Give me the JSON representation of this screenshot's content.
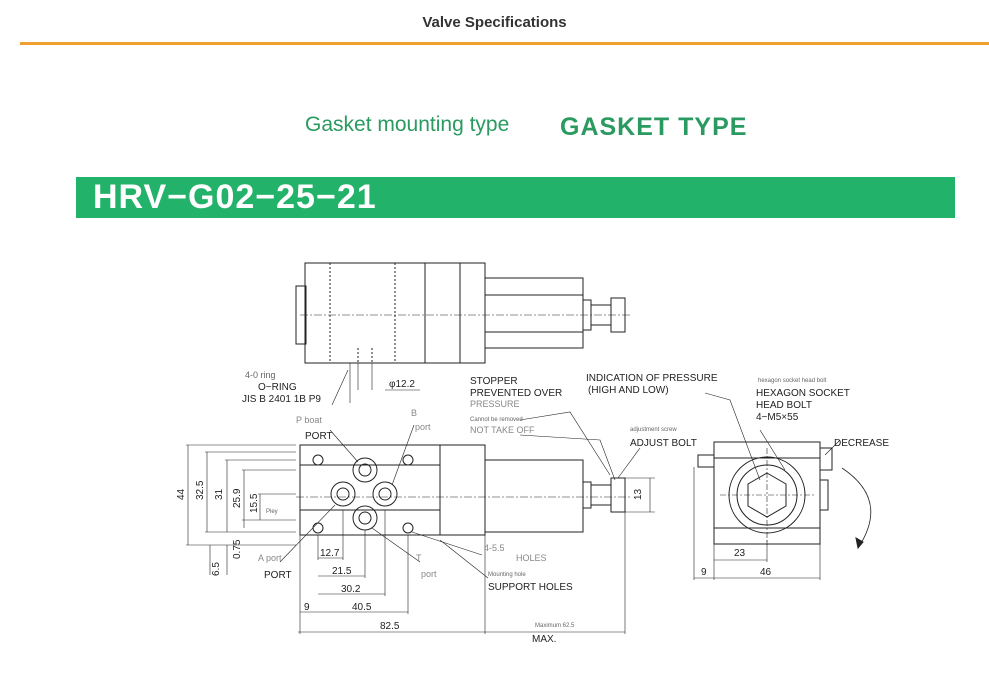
{
  "header": {
    "title": "Valve Specifications",
    "accent_color": "#f0a030"
  },
  "section": {
    "subtitle_native": "Gasket mounting type",
    "subtitle_en": "GASKET  TYPE",
    "model": "HRV−G02−25−21",
    "brand_color": "#22b26a"
  },
  "drawing": {
    "labels": {
      "oring_small": "4-0 ring",
      "oring": "O−RING",
      "jis": "JIS B 2401 1B P9",
      "oring_dia": "φ12.2",
      "p_boat": "P boat",
      "p_port": "PORT",
      "b_label": "B",
      "b_port": "port",
      "stopper": "STOPPER",
      "prevented_over": "PREVENTED OVER",
      "pressure": "PRESSURE",
      "cannot_removed": "Cannot be removed",
      "not_take_off": "NOT TAKE OFF",
      "indication": "INDICATION OF PRESSURE",
      "high_low": "(HIGH AND LOW)",
      "adjustment_screw": "adjustment screw",
      "adjust_bolt": "ADJUST BOLT",
      "hex_small": "hexagon socket head bolt",
      "hex_socket": "HEXAGON SOCKET",
      "head_bolt": "HEAD BOLT",
      "m5": "4−M5×55",
      "decrease": "DECREASE",
      "a_port": "A port",
      "a_port_caps": "PORT",
      "t_label": "T",
      "t_port": "port",
      "holes_spec": "4-5.5",
      "holes": "HOLES",
      "support_small": "Mounting hole",
      "support_holes": "SUPPORT HOLES",
      "max_small": "Maximum 62.5",
      "max": "MAX.",
      "pley": "Pley"
    },
    "dimensions": {
      "d44": "44",
      "d32_5": "32.5",
      "d31": "31",
      "d25_9": "25.9",
      "d15_5": "15.5",
      "d0_75": "0.75",
      "d6_5": "6.5",
      "d12_7": "12.7",
      "d21_5": "21.5",
      "d30_2": "30.2",
      "d40_5": "40.5",
      "d9": "9",
      "d82_5": "82.5",
      "d13": "13",
      "d23": "23",
      "d9b": "9",
      "d46": "46"
    }
  }
}
